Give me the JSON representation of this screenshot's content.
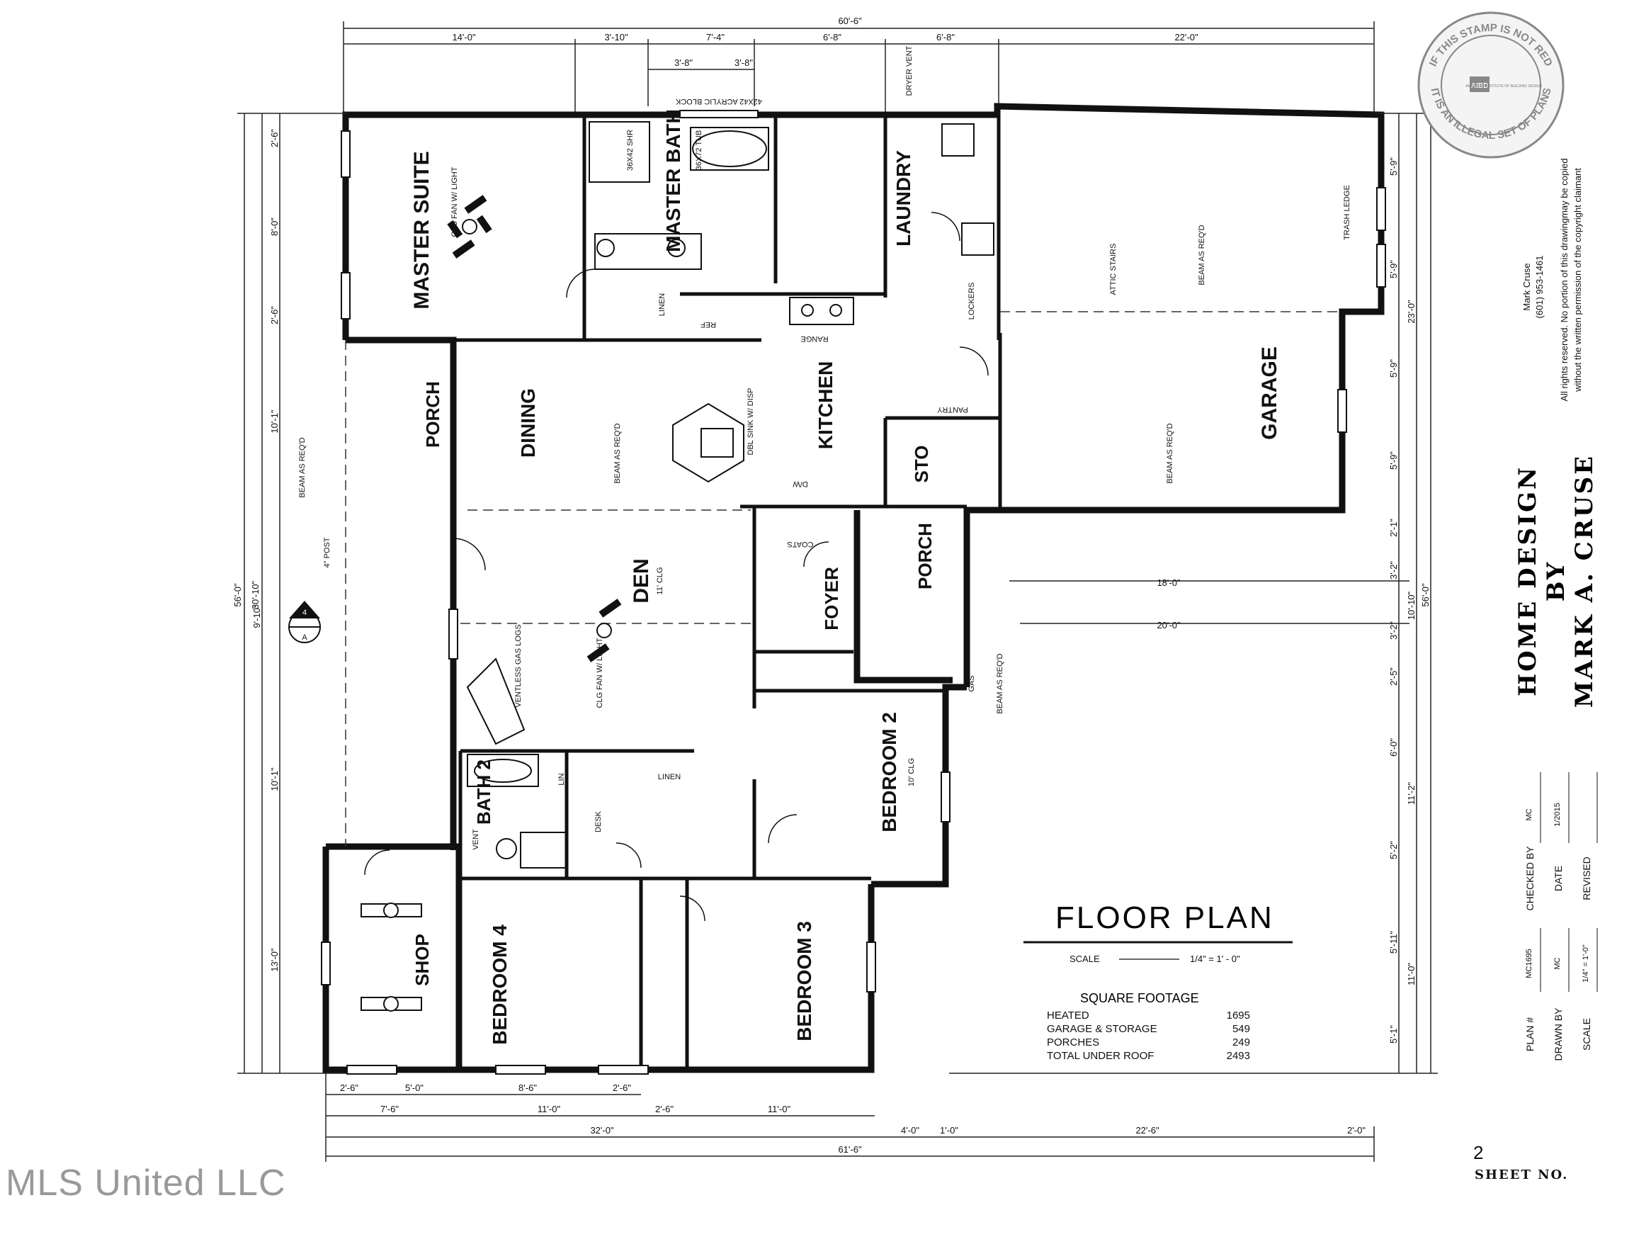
{
  "plan": {
    "title": "FLOOR PLAN",
    "scale_label": "SCALE",
    "scale_value": "1/4\" = 1' - 0\"",
    "square_footage": {
      "heading": "SQUARE FOOTAGE",
      "rows": [
        {
          "label": "HEATED",
          "value": "1695"
        },
        {
          "label": "GARAGE & STORAGE",
          "value": "549"
        },
        {
          "label": "PORCHES",
          "value": "249"
        },
        {
          "label": "TOTAL UNDER ROOF",
          "value": "2493"
        }
      ]
    }
  },
  "rooms": {
    "master_suite": "MASTER SUITE",
    "master_bath": "MASTER BATH",
    "laundry": "LAUNDRY",
    "garage": "GARAGE",
    "kitchen": "KITCHEN",
    "dining": "DINING",
    "porch_west": "PORCH",
    "den": "DEN",
    "den_clg": "11' CLG",
    "foyer": "FOYER",
    "porch_front": "PORCH",
    "sto": "STO",
    "bedroom2": "BEDROOM 2",
    "bedroom2_clg": "10' CLG",
    "bath2": "BATH 2",
    "bedroom3": "BEDROOM 3",
    "bedroom4": "BEDROOM 4",
    "shop": "SHOP"
  },
  "annotations": {
    "clg_fan": "CLG FAN W/ LIGHT",
    "dryer_vent": "DRYER VENT",
    "acrylic_block": "42X42 ACRYLIC BLOCK",
    "shr": "36X42 SHR",
    "tub": "36X72 TUB",
    "linen": "LINEN",
    "lockers": "LOCKERS",
    "pantry": "PANTRY",
    "range": "RANGE",
    "ref": "REF",
    "dbl_sink": "DBL SINK W/ DISP",
    "dw": "D/W",
    "coats": "COATS",
    "attic_stairs": "ATTIC STAIRS",
    "beam": "BEAM AS REQ'D",
    "trash_ledge": "TRASH LEDGE",
    "post": "4\" POST",
    "ventless": "VENTLESS GAS LOGS",
    "desk": "DESK",
    "lin": "LIN",
    "vent": "VENT",
    "gas": "GAS",
    "section_mark": "A",
    "section_num": "4"
  },
  "dimensions": {
    "top_overall": "60'-6\"",
    "top_row": [
      "14'-0\"",
      "3'-10\"",
      "7'-4\"",
      "6'-8\"",
      "6'-8\"",
      "22'-0\""
    ],
    "top_sub": [
      "3'-8\"",
      "3'-8\""
    ],
    "bottom_row1": [
      "2'-6\"",
      "5'-0\"",
      "8'-6\"",
      "2'-6\""
    ],
    "bottom_row2": [
      "7'-6\"",
      "11'-0\"",
      "2'-6\"",
      "11'-0\""
    ],
    "bottom_row3": [
      "32'-0\"",
      "4'-0\"",
      "1'-0\"",
      "22'-6\"",
      "2'-0\""
    ],
    "bottom_overall": "61'-6\"",
    "left_overall": "56'-0\"",
    "left_col": [
      "2'-6\"",
      "8'-0\"",
      "2'-6\"",
      "10'-1\"",
      "9'-10\"",
      "10'-1\"",
      "13'-0\""
    ],
    "left_total": "30'-10\"",
    "right_overall": "56'-0\"",
    "right_col": [
      "5'-9\"",
      "5'-9\"",
      "5'-9\"",
      "5'-9\"",
      "2'-1\"",
      "3'-2\"",
      "3'-2\"",
      "2'-5\"",
      "6'-0\"",
      "5'-2\"",
      "5'-11\"",
      "5'-1\""
    ],
    "right_sub": [
      "23'-0\"",
      "10'-10\"",
      "11'-2\"",
      "11'-0\""
    ],
    "garage_width": "18'-0\"",
    "porch_width": "20'-0\""
  },
  "designer": {
    "name_line": "HOME DESIGN",
    "by": "BY",
    "designer": "MARK A. CRUSE",
    "contact_name": "Mark Cruse",
    "contact_phone": "(601) 953-1461",
    "rights1": "All rights reserved.  No portion of this drawingmay be copied",
    "rights2": "without the written permission of the copyright claimant"
  },
  "titleblock": {
    "plan_label": "PLAN #",
    "plan_value": "MC1695",
    "drawn_label": "DRAWN BY",
    "drawn_value": "MC",
    "scale_label": "SCALE",
    "scale_value": "1/4\" = 1'-0\"",
    "checked_label": "CHECKED BY",
    "checked_value": "MC",
    "date_label": "DATE",
    "date_value": "1/2015",
    "revised_label": "REVISED"
  },
  "stamp": {
    "ring_top": "IF THIS STAMP IS NOT RED",
    "ring_bottom": "IT IS AN ILLEGAL SET OF PLANS",
    "center": "AIBD",
    "center2": "AMERICAN INSTITUTE OF BUILDING DESIGN"
  },
  "sheet": {
    "number": "2",
    "label": "SHEET NO."
  },
  "watermark": "MLS United LLC"
}
